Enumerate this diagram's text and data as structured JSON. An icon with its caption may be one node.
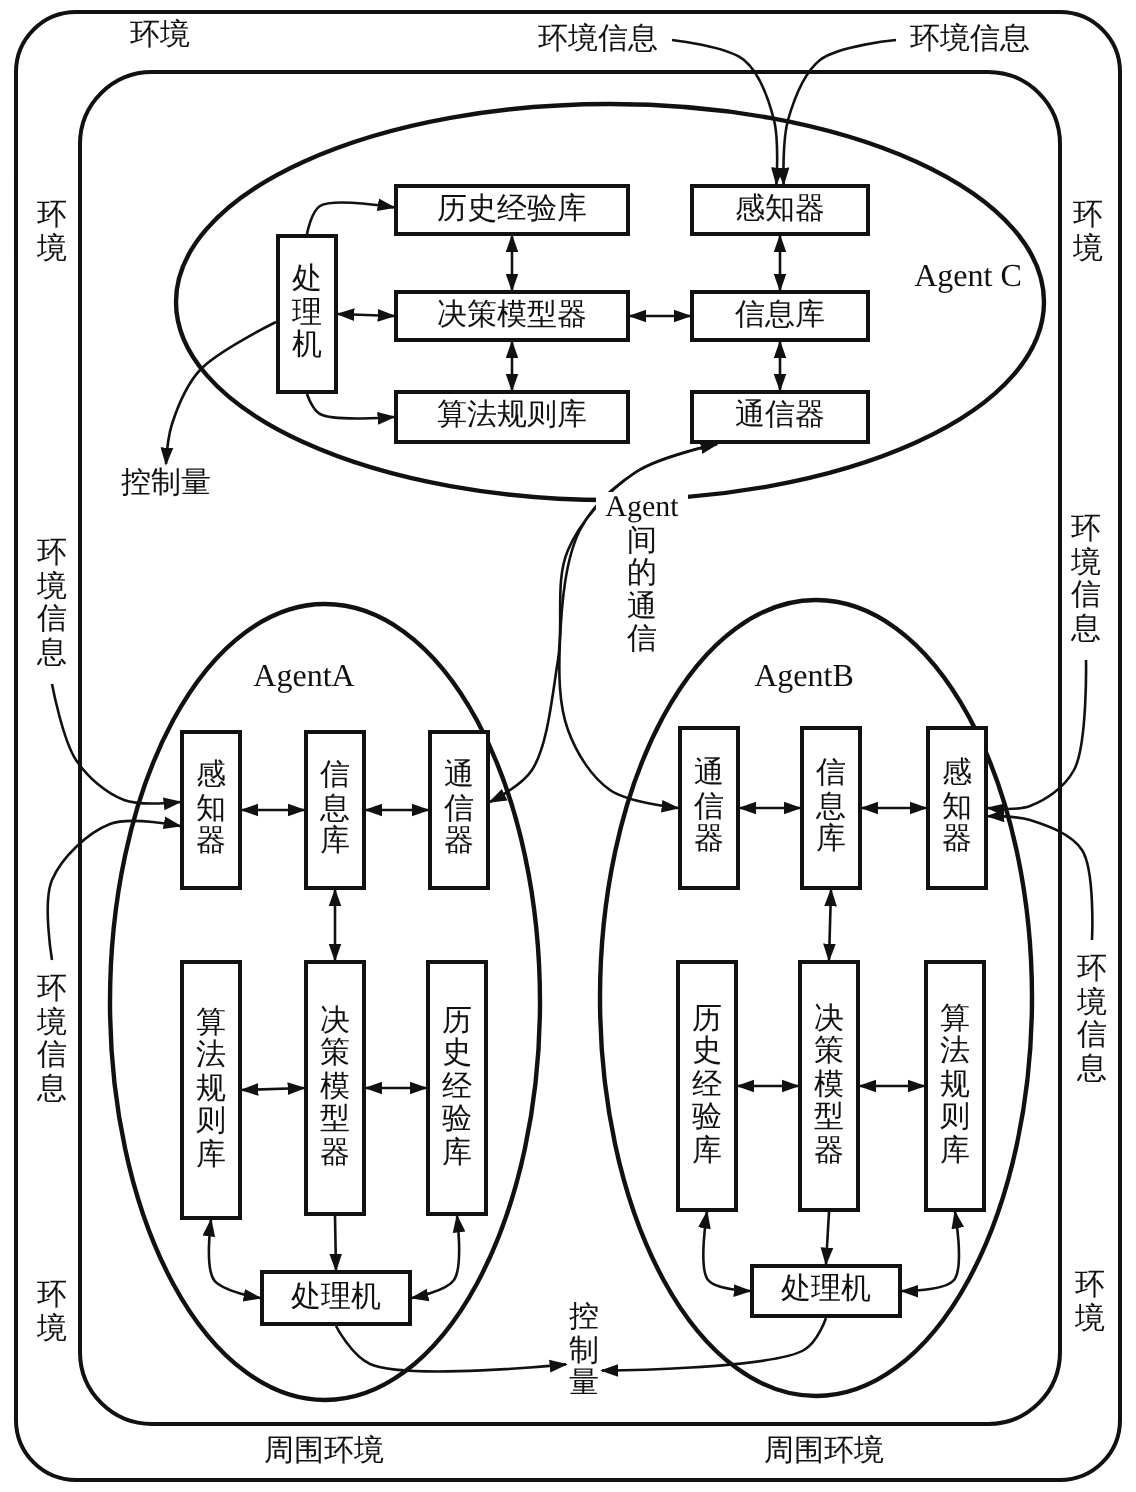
{
  "diagram": {
    "nodes": [
      {
        "text": [
          "Agent C"
        ]
      },
      {
        "text": [
          "历史经验库"
        ],
        "in": 0
      },
      {
        "text": [
          "感知器"
        ],
        "in": 0
      },
      {
        "text": [
          "处理机"
        ],
        "in": 0
      },
      {
        "text": [
          "决策模型器"
        ],
        "in": 0
      },
      {
        "text": [
          "信息库"
        ],
        "in": 0
      },
      {
        "text": [
          "算法规则库"
        ],
        "in": 0
      },
      {
        "text": [
          "通信器"
        ],
        "in": 0
      },
      {
        "text": [
          "AgentA"
        ]
      },
      {
        "text": [
          "感知器"
        ],
        "in": 8
      },
      {
        "text": [
          "信息库"
        ],
        "in": 8
      },
      {
        "text": [
          "通信器"
        ],
        "in": 8
      },
      {
        "text": [
          "算法规则库"
        ],
        "in": 8
      },
      {
        "text": [
          "决策模型器"
        ],
        "in": 8
      },
      {
        "text": [
          "历史经验库"
        ],
        "in": 8
      },
      {
        "text": [
          "处理机"
        ],
        "in": 8
      },
      {
        "text": [
          "AgentB"
        ]
      },
      {
        "text": [
          "通信器"
        ],
        "in": 16
      },
      {
        "text": [
          "信息库"
        ],
        "in": 16
      },
      {
        "text": [
          "感知器"
        ],
        "in": 16
      },
      {
        "text": [
          "历史经验库"
        ],
        "in": 16
      },
      {
        "text": [
          "决策模型器"
        ],
        "in": 16
      },
      {
        "text": [
          "算法规则库"
        ],
        "in": 16
      },
      {
        "text": [
          "处理机"
        ],
        "in": 16
      },
      {
        "text": [
          "环境信息"
        ]
      },
      {
        "text": [
          "环境信息"
        ]
      },
      {
        "text": [
          "控制量"
        ]
      },
      {
        "text": [
          "环境信息"
        ]
      },
      {
        "text": [
          "环境信息"
        ]
      },
      {
        "text": [
          "环境信息"
        ]
      },
      {
        "text": [
          "环境信息"
        ]
      },
      {
        "text": [
          "控制量"
        ]
      }
    ],
    "edges": [
      {
        "from": 3,
        "to": 1,
        "arrow": "to"
      },
      {
        "from": 3,
        "to": 4,
        "arrow": "both"
      },
      {
        "from": 3,
        "to": 6,
        "arrow": "to"
      },
      {
        "from": 1,
        "to": 4,
        "arrow": "both"
      },
      {
        "from": 4,
        "to": 6,
        "arrow": "both"
      },
      {
        "from": 4,
        "to": 5,
        "arrow": "both"
      },
      {
        "from": 2,
        "to": 5,
        "arrow": "both"
      },
      {
        "from": 5,
        "to": 7,
        "arrow": "both"
      },
      {
        "from": 24,
        "to": 2,
        "arrow": "to"
      },
      {
        "from": 25,
        "to": 2,
        "arrow": "to"
      },
      {
        "from": 3,
        "to": 26,
        "arrow": "to"
      },
      {
        "from": 11,
        "to": 7,
        "arrow": "both",
        "label": "Agent间的通信"
      },
      {
        "from": 17,
        "to": 7,
        "arrow": "both"
      },
      {
        "from": 27,
        "to": 9,
        "arrow": "to"
      },
      {
        "from": 28,
        "to": 9,
        "arrow": "to"
      },
      {
        "from": 9,
        "to": 10,
        "arrow": "both"
      },
      {
        "from": 10,
        "to": 11,
        "arrow": "both"
      },
      {
        "from": 10,
        "to": 13,
        "arrow": "both"
      },
      {
        "from": 12,
        "to": 13,
        "arrow": "both"
      },
      {
        "from": 13,
        "to": 14,
        "arrow": "both"
      },
      {
        "from": 15,
        "to": 12,
        "arrow": "both"
      },
      {
        "from": 13,
        "to": 15,
        "arrow": "to"
      },
      {
        "from": 15,
        "to": 14,
        "arrow": "both"
      },
      {
        "from": 15,
        "to": 31,
        "arrow": "to"
      },
      {
        "from": 17,
        "to": 18,
        "arrow": "both"
      },
      {
        "from": 18,
        "to": 19,
        "arrow": "both"
      },
      {
        "from": 18,
        "to": 21,
        "arrow": "both"
      },
      {
        "from": 20,
        "to": 21,
        "arrow": "both"
      },
      {
        "from": 21,
        "to": 22,
        "arrow": "both"
      },
      {
        "from": 23,
        "to": 20,
        "arrow": "both"
      },
      {
        "from": 21,
        "to": 23,
        "arrow": "to"
      },
      {
        "from": 23,
        "to": 22,
        "arrow": "both"
      },
      {
        "from": 23,
        "to": 31,
        "arrow": "to"
      },
      {
        "from": 29,
        "to": 19,
        "arrow": "to"
      },
      {
        "from": 30,
        "to": 19,
        "arrow": "to"
      }
    ],
    "labels": [
      "环境",
      "环境",
      "环境",
      "环境",
      "环境",
      "周围环境",
      "周围环境"
    ]
  }
}
